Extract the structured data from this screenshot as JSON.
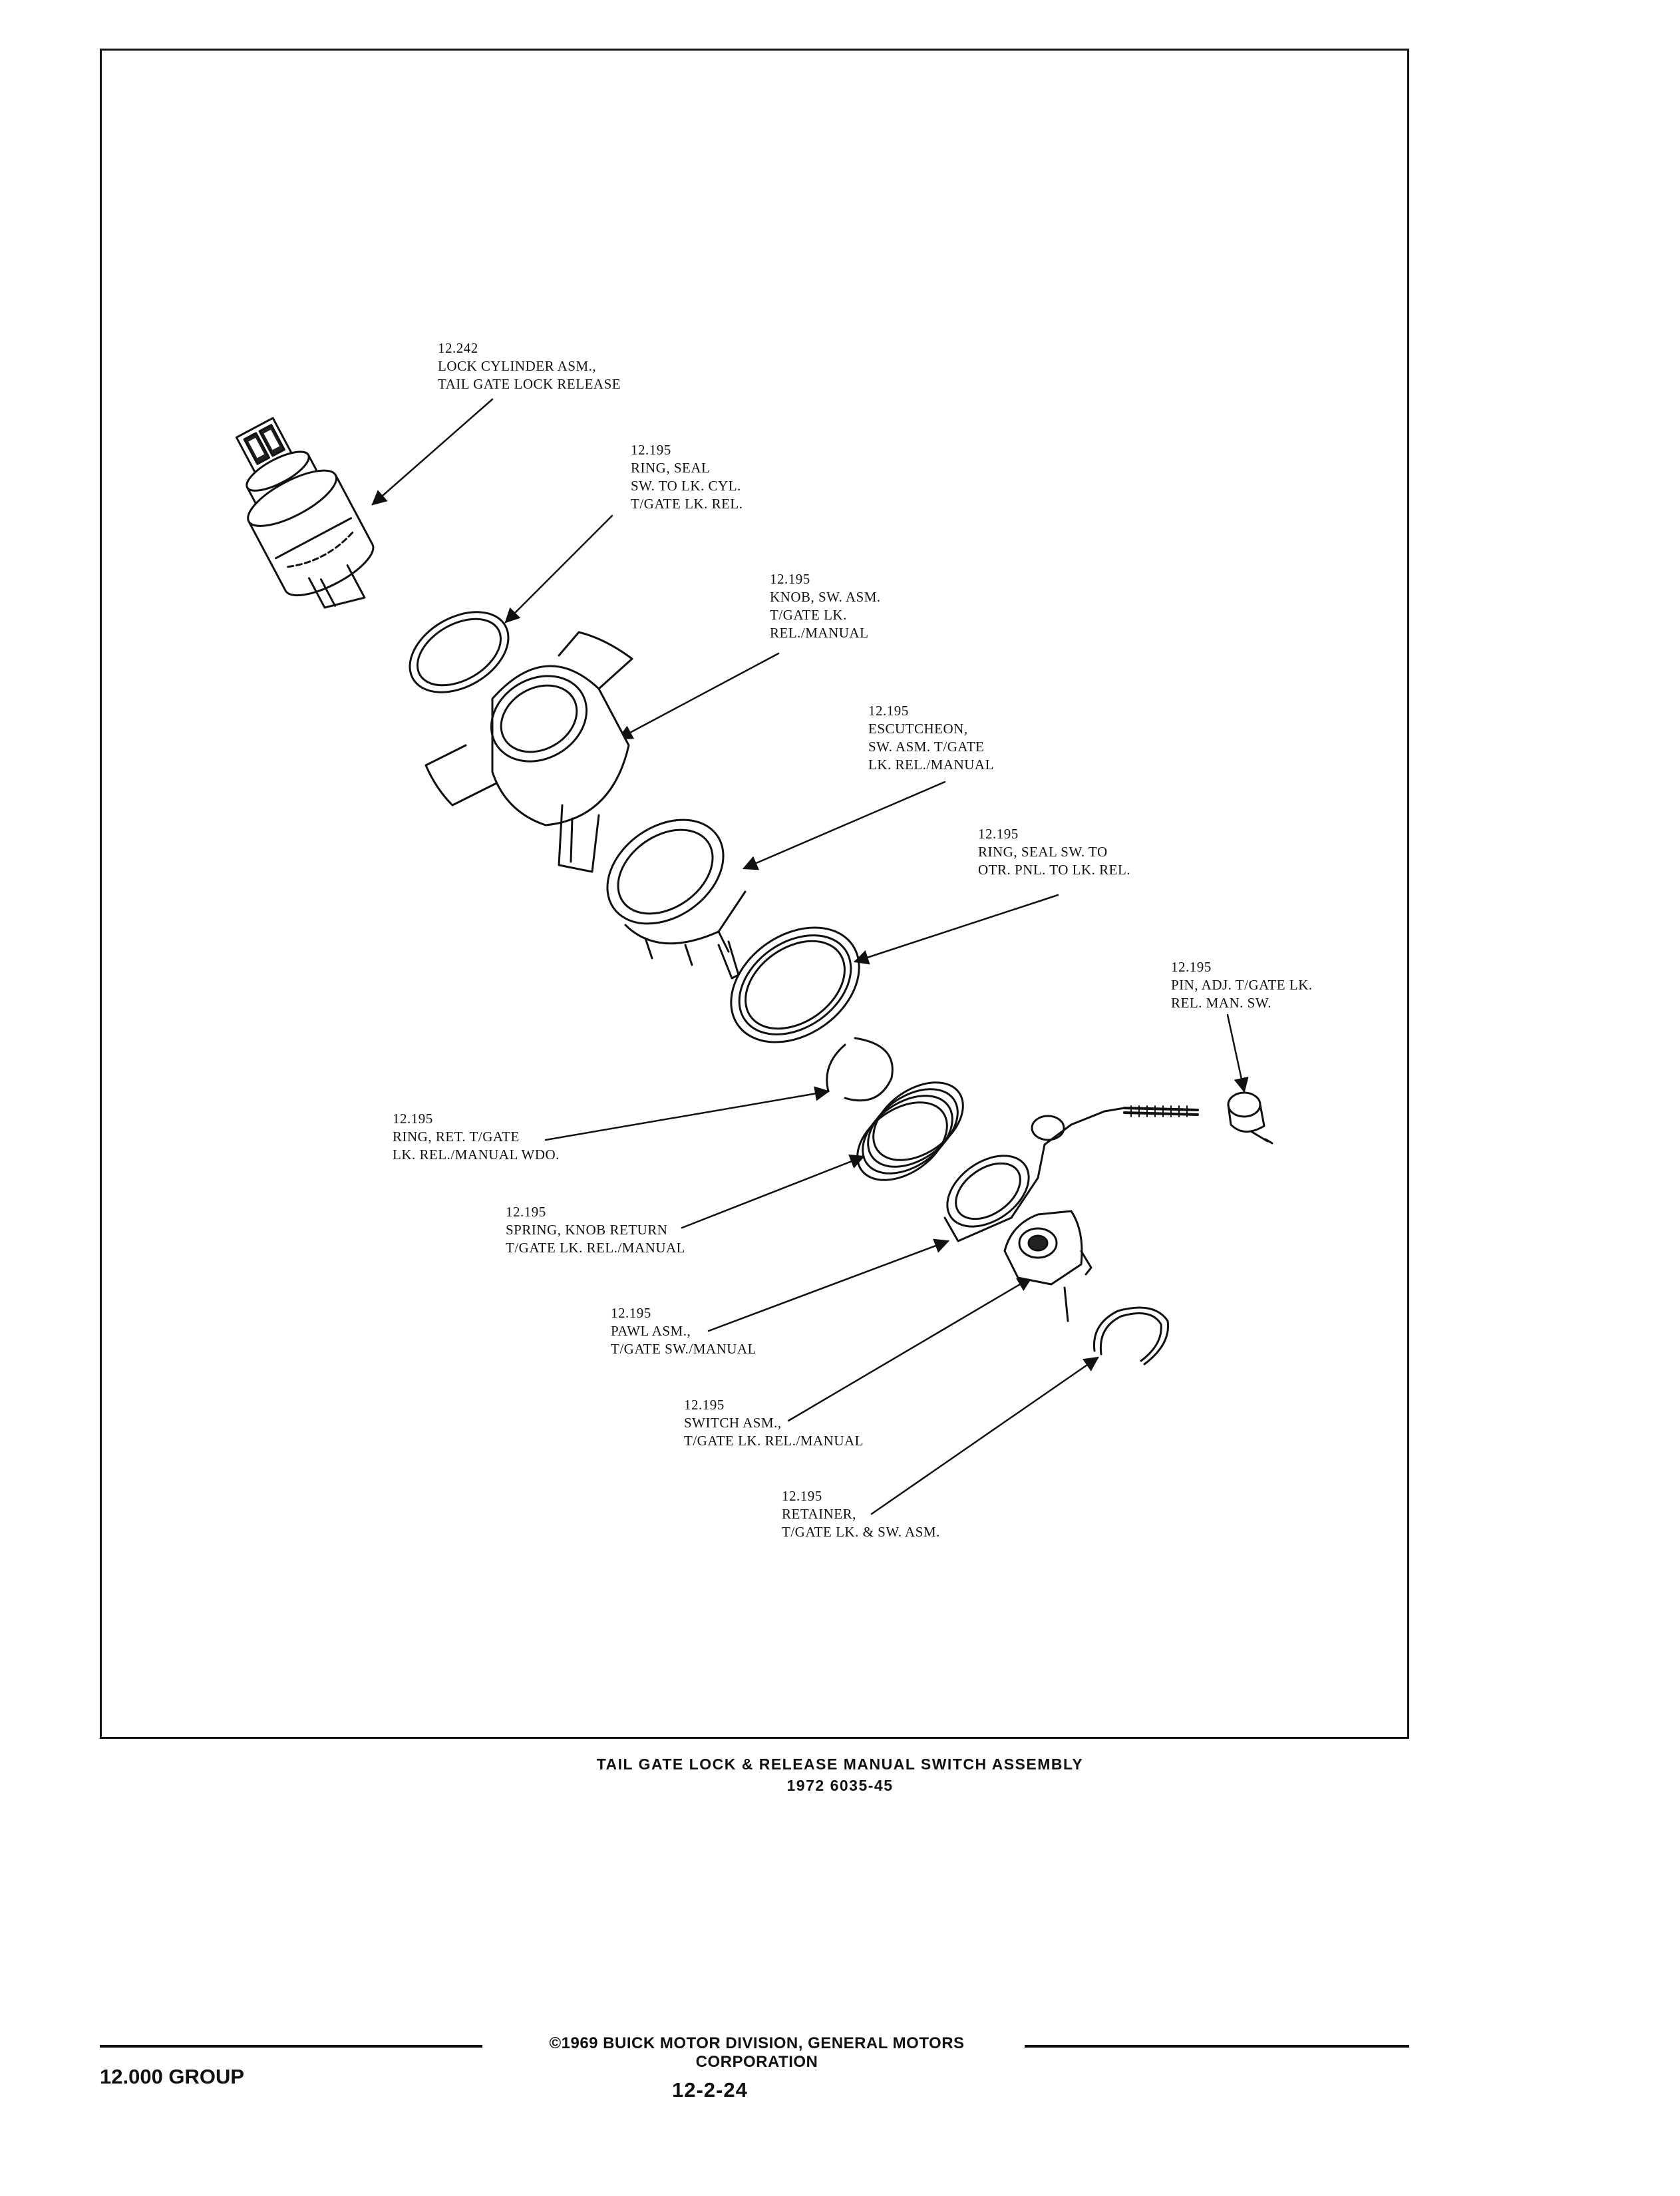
{
  "diagram": {
    "callouts": [
      {
        "id": "lock-cylinder",
        "lines": [
          "12.242",
          "LOCK CYLINDER ASM.,",
          "TAIL GATE LOCK RELEASE"
        ]
      },
      {
        "id": "seal-ring-cylinder",
        "lines": [
          "12.195",
          "RING, SEAL",
          "SW. TO LK. CYL.",
          "T/GATE LK. REL."
        ]
      },
      {
        "id": "knob",
        "lines": [
          "12.195",
          "KNOB, SW. ASM.",
          "T/GATE LK.",
          "REL./MANUAL"
        ]
      },
      {
        "id": "escutcheon",
        "lines": [
          "12.195",
          "ESCUTCHEON,",
          "SW. ASM. T/GATE",
          "LK. REL./MANUAL"
        ]
      },
      {
        "id": "seal-ring-panel",
        "lines": [
          "12.195",
          "RING, SEAL SW. TO",
          "OTR. PNL. TO LK. REL."
        ]
      },
      {
        "id": "adjusting-pin",
        "lines": [
          "12.195",
          "PIN, ADJ. T/GATE LK.",
          "REL. MAN. SW."
        ]
      },
      {
        "id": "retaining-ring",
        "lines": [
          "12.195",
          "RING, RET. T/GATE",
          "LK. REL./MANUAL WDO."
        ]
      },
      {
        "id": "knob-return-spring",
        "lines": [
          "12.195",
          "SPRING, KNOB RETURN",
          "T/GATE LK. REL./MANUAL"
        ]
      },
      {
        "id": "pawl",
        "lines": [
          "12.195",
          "PAWL ASM.,",
          "T/GATE SW./MANUAL"
        ]
      },
      {
        "id": "switch",
        "lines": [
          "12.195",
          "SWITCH ASM.,",
          "T/GATE LK. REL./MANUAL"
        ]
      },
      {
        "id": "retainer",
        "lines": [
          "12.195",
          "RETAINER,",
          "T/GATE LK. & SW. ASM."
        ]
      }
    ]
  },
  "caption": {
    "title": "TAIL GATE LOCK & RELEASE MANUAL SWITCH ASSEMBLY",
    "subtitle": "1972 6035-45"
  },
  "footer": {
    "copyright": "©1969 BUICK MOTOR DIVISION, GENERAL MOTORS CORPORATION",
    "group": "12.000 GROUP",
    "page": "12-2-24"
  }
}
